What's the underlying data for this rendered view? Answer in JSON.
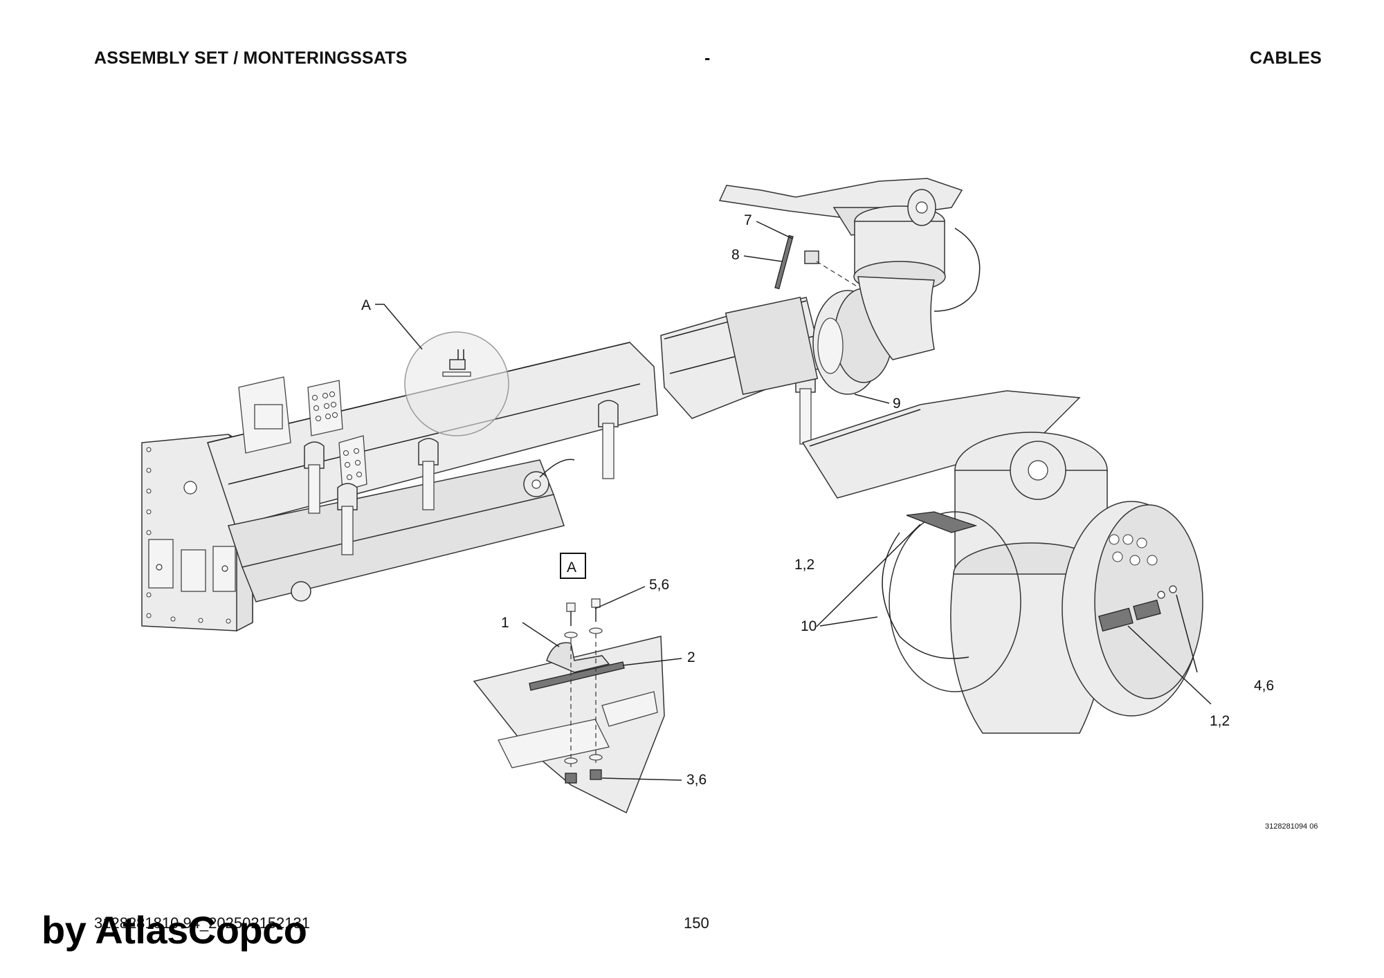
{
  "header": {
    "left": "ASSEMBLY SET / MONTERINGSSATS",
    "middle": "-",
    "right": "CABLES"
  },
  "callouts": {
    "A": "A",
    "boxA": "A",
    "c7": "7",
    "c8": "8",
    "c9": "9",
    "c10": "10",
    "c12_left": "1,2",
    "c12_right": "1,2",
    "c46": "4,6",
    "c56": "5,6",
    "c1": "1",
    "c2": "2",
    "c36": "3,6"
  },
  "drawing_number": "3128281094 06",
  "footer": {
    "document_number": "3128281810 94_202502152131",
    "page": "150"
  },
  "watermark": "by AtlasCopco"
}
